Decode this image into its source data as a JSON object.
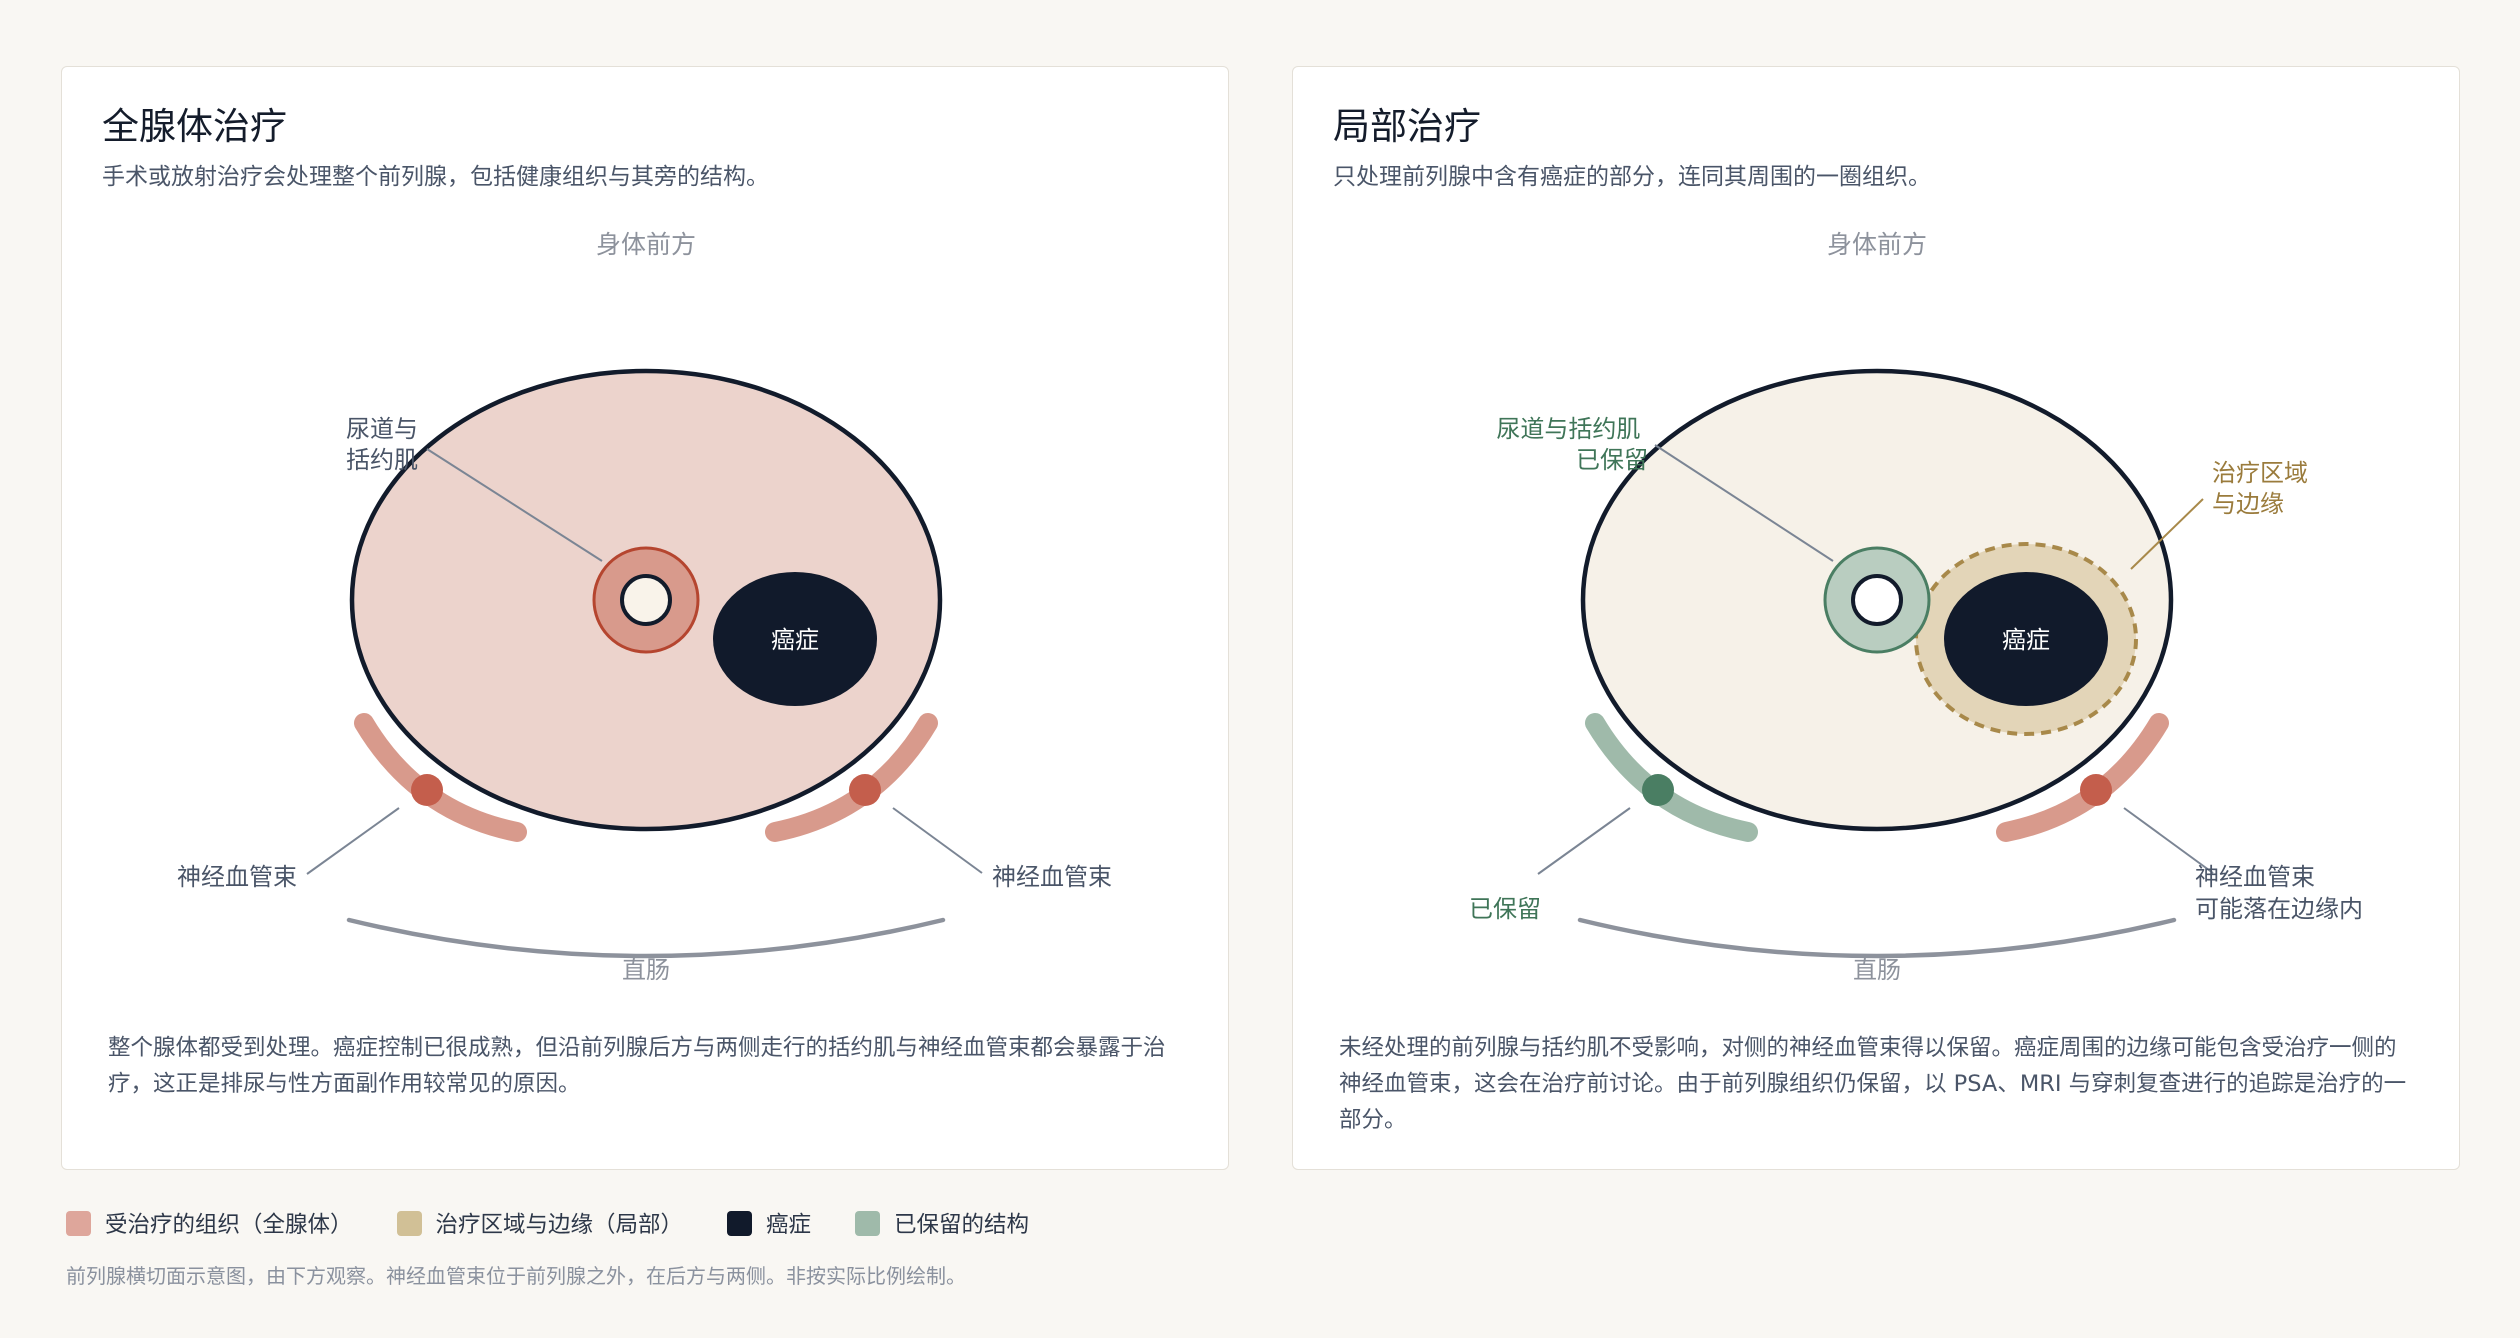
{
  "colors": {
    "background": "#f9f7f3",
    "treated_tissue": "#ecd3cc",
    "treated_structure": "#d89a8c",
    "treated_accent": "#c45e4c",
    "cancer": "#111a2b",
    "untreated_tissue": "#f6f1e8",
    "margin_zone": "#e3d5b8",
    "margin_outline": "#a8894a",
    "preserved_structure": "#9fbaaa",
    "preserved_accent": "#4a7e63",
    "rectum": "#8d929c"
  },
  "panels": [
    {
      "title": "全腺体治疗",
      "subtitle": "手术或放射治疗会处理整个前列腺，包括健康组织与其旁的结构。",
      "front_label": "身体前方",
      "cancer_label": "癌症",
      "urethra_label_lines": [
        "尿道与",
        "括约肌"
      ],
      "left_bundle_label_lines": [
        "神经血管束"
      ],
      "right_bundle_label_lines": [
        "神经血管束"
      ],
      "rectum_label": "直肠",
      "description": "整个腺体都受到处理。癌症控制已很成熟，但沿前列腺后方与两侧走行的括约肌与神经血管束都会暴露于治疗，这正是排尿与性方面副作用较常见的原因。"
    },
    {
      "title": "局部治疗",
      "subtitle": "只处理前列腺中含有癌症的部分，连同其周围的一圈组织。",
      "front_label": "身体前方",
      "cancer_label": "癌症",
      "urethra_label_lines": [
        "尿道与括约肌",
        "已保留"
      ],
      "margin_label_lines": [
        "治疗区域",
        "与边缘"
      ],
      "left_bundle_label_lines": [
        "已保留"
      ],
      "right_bundle_label_lines": [
        "神经血管束",
        "可能落在边缘内"
      ],
      "rectum_label": "直肠",
      "description": "未经处理的前列腺与括约肌不受影响，对侧的神经血管束得以保留。癌症周围的边缘可能包含受治疗一侧的神经血管束，这会在治疗前讨论。由于前列腺组织仍保留，以 PSA、MRI 与穿刺复查进行的追踪是治疗的一部分。"
    }
  ],
  "legend": [
    {
      "label": "受治疗的组织（全腺体）",
      "color": "#dea69b"
    },
    {
      "label": "治疗区域与边缘（局部）",
      "color": "#d1c096"
    },
    {
      "label": "癌症",
      "color": "#111a2b"
    },
    {
      "label": "已保留的结构",
      "color": "#9fbaaa"
    }
  ],
  "footnote": "前列腺横切面示意图，由下方观察。神经血管束位于前列腺之外，在后方与两侧。非按实际比例绘制。"
}
